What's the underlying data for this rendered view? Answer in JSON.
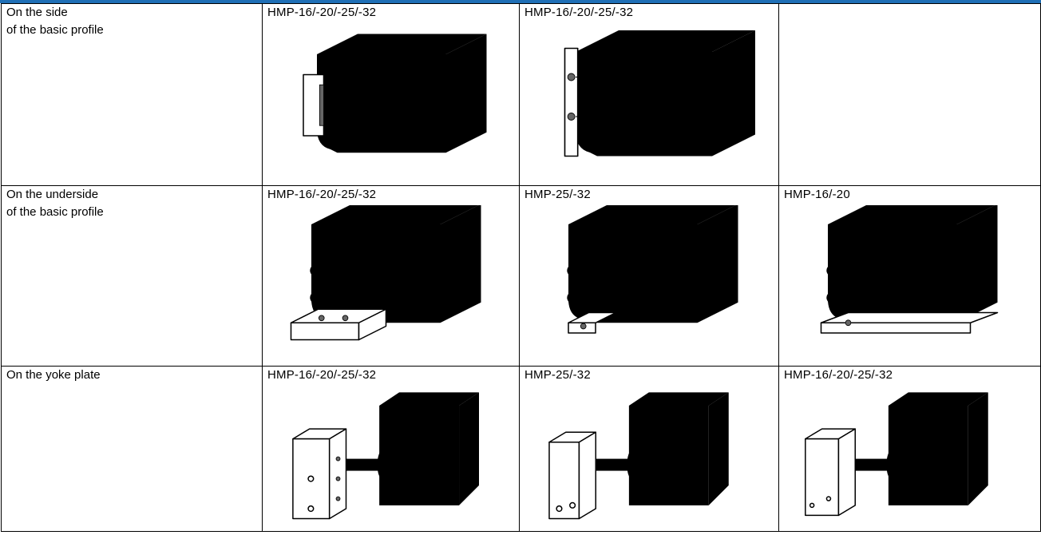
{
  "rows": [
    {
      "label_line1": "On the side",
      "label_line2": "of the basic profile",
      "cells": [
        {
          "code": "HMP-16/-20/-25/-32",
          "icon": "side-mount-drawing"
        },
        {
          "code": "HMP-16/-20/-25/-32",
          "icon": "side-mount-screwed-drawing"
        },
        {
          "code": "",
          "icon": ""
        }
      ]
    },
    {
      "label_line1": "On the underside",
      "label_line2": "of the basic profile",
      "cells": [
        {
          "code": "HMP-16/-20/-25/-32",
          "icon": "underside-plate-drawing"
        },
        {
          "code": "HMP-25/-32",
          "icon": "underside-clamp-drawing"
        },
        {
          "code": "HMP-16/-20",
          "icon": "underside-foot-drawing"
        }
      ]
    },
    {
      "label_line1": "On the yoke plate",
      "label_line2": "",
      "cells": [
        {
          "code": "HMP-16/-20/-25/-32",
          "icon": "yoke-plate-block-drawing"
        },
        {
          "code": "HMP-25/-32",
          "icon": "yoke-plate-bracket-drawing"
        },
        {
          "code": "HMP-16/-20/-25/-32",
          "icon": "yoke-plate-compact-drawing"
        }
      ]
    }
  ],
  "colors": {
    "top_bar": "#1f6fb6",
    "line": "#000000",
    "background": "#ffffff"
  }
}
